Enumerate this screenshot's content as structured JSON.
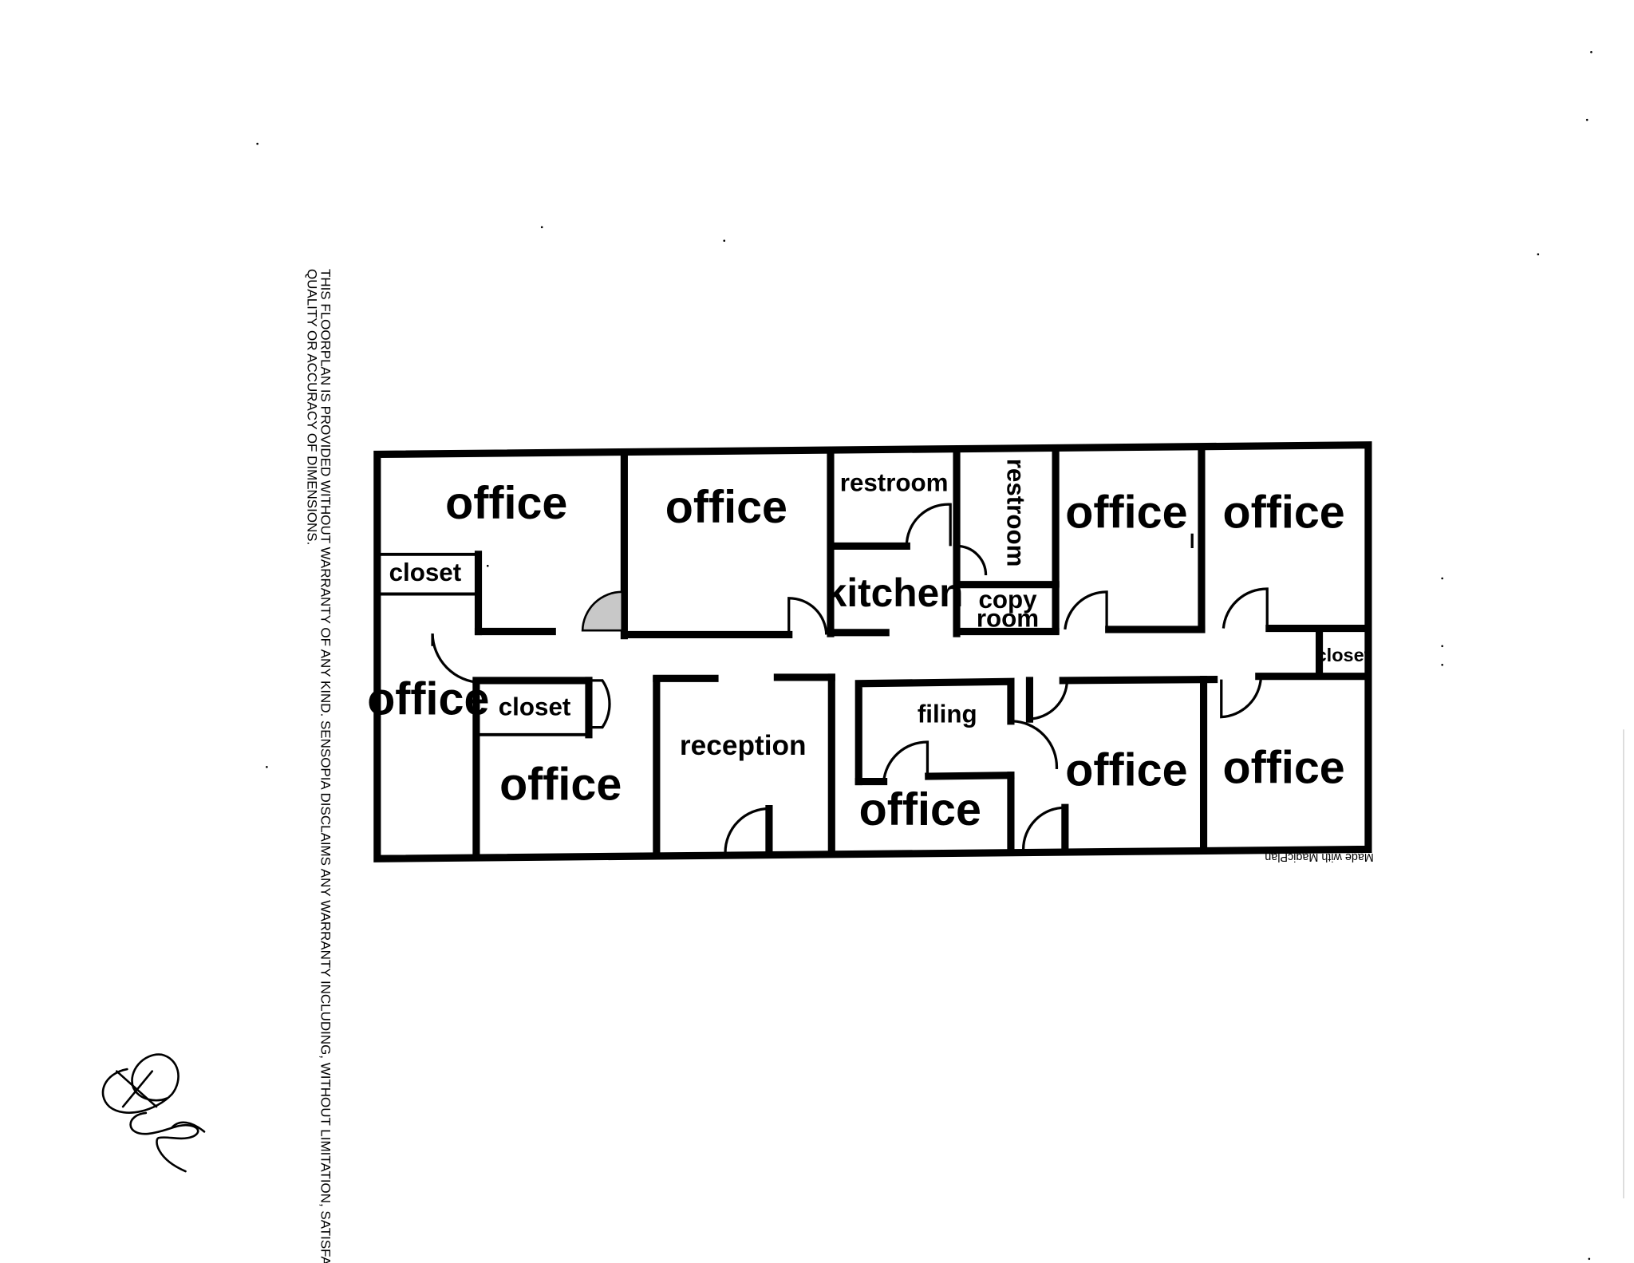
{
  "disclaimer": {
    "line1": "THIS FLOORPLAN IS PROVIDED WITHOUT WARRANTY OF ANY KIND. SENSOPIA DISCLAIMS ANY WARRANTY INCLUDING, WITHOUT LIMITATION, SATISFACTORY",
    "line2": "QUALITY OR ACCURACY OF DIMENSIONS."
  },
  "credit": "Made with MagicPlan",
  "rooms": {
    "office_top_1": "office",
    "office_top_2": "office",
    "restroom_1": "restroom",
    "restroom_2": "restroom",
    "kitchen": "kitchen",
    "copy_room_1": "copy",
    "copy_room_2": "room",
    "office_top_3": "office",
    "office_top_4": "office",
    "closet_top_left": "closet",
    "closet_right": "closet",
    "office_left": "office",
    "closet_bottom_left": "closet",
    "office_bottom_1": "office",
    "reception": "reception",
    "filing": "filing",
    "office_bottom_2": "office",
    "office_bottom_3": "office",
    "office_bottom_4": "office"
  }
}
